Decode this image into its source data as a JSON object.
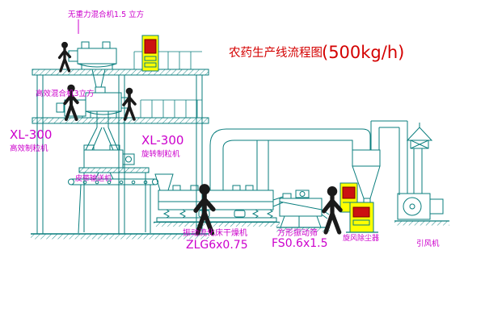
{
  "diagram": {
    "title_main": "农药生产线流程图",
    "title_capacity": "(500kg/h)"
  },
  "labels": {
    "top_mixer": "无重力混合机1.5 立方",
    "mid_mixer": "高效混合机3立方",
    "granulator_left_model": "XL-300",
    "granulator_left_name": "高效制粒机",
    "granulator_right_model": "XL-300",
    "granulator_right_name": "旋转制粒机",
    "belt_conveyor": "皮带输送机",
    "dryer_name": "振动流化床干燥机",
    "dryer_model": "ZLG6x0.75",
    "screen_name": "方形振动筛",
    "screen_model": "FS0.6x1.5",
    "dust_collector": "旋风除尘器",
    "fan": "引风机"
  },
  "colors": {
    "line": "#0a7e7e",
    "label_magenta": "#cc00cc",
    "title_red": "#d40000",
    "cabinet_yellow": "#ffff00",
    "cabinet_red": "#cc1111",
    "figure_black": "#1a1a1a",
    "background": "#ffffff"
  }
}
